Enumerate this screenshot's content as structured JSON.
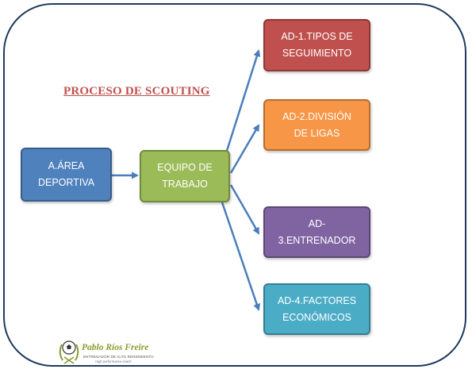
{
  "title": "PROCESO DE SCOUTING",
  "nodes": {
    "area": {
      "lines": [
        "A.ÁREA",
        "DEPORTIVA"
      ],
      "color": "#4f81bd"
    },
    "team": {
      "lines": [
        "EQUIPO DE",
        "TRABAJO"
      ],
      "color": "#9bbb59"
    },
    "ad1": {
      "lines": [
        "AD-1.TIPOS DE",
        "SEGUIMIENTO"
      ],
      "color": "#c0504d"
    },
    "ad2": {
      "lines": [
        "AD-2.DIVISIÓN",
        "DE LIGAS"
      ],
      "color": "#f79646"
    },
    "ad3": {
      "lines": [
        "AD-",
        "3.ENTRENADOR"
      ],
      "color": "#8064a2"
    },
    "ad4": {
      "lines": [
        "AD-4.FACTORES",
        "ECONÓMICOS"
      ],
      "color": "#4bacc6"
    }
  },
  "edges": [
    {
      "from": "area",
      "to": "team"
    },
    {
      "from": "team",
      "to": "ad1"
    },
    {
      "from": "team",
      "to": "ad2"
    },
    {
      "from": "team",
      "to": "ad3"
    },
    {
      "from": "team",
      "to": "ad4"
    }
  ],
  "logo": {
    "icon": "soccer-ball-laurel-icon",
    "name": "Pablo Ríos Freire",
    "tagline": "ENTRENADOR DE ALTO RENDIMIENTO",
    "subtitle": "High performance coach"
  },
  "colors": {
    "frame": "#1f3a5c",
    "title": "#c0504d",
    "arrow": "#4a7ebb"
  }
}
